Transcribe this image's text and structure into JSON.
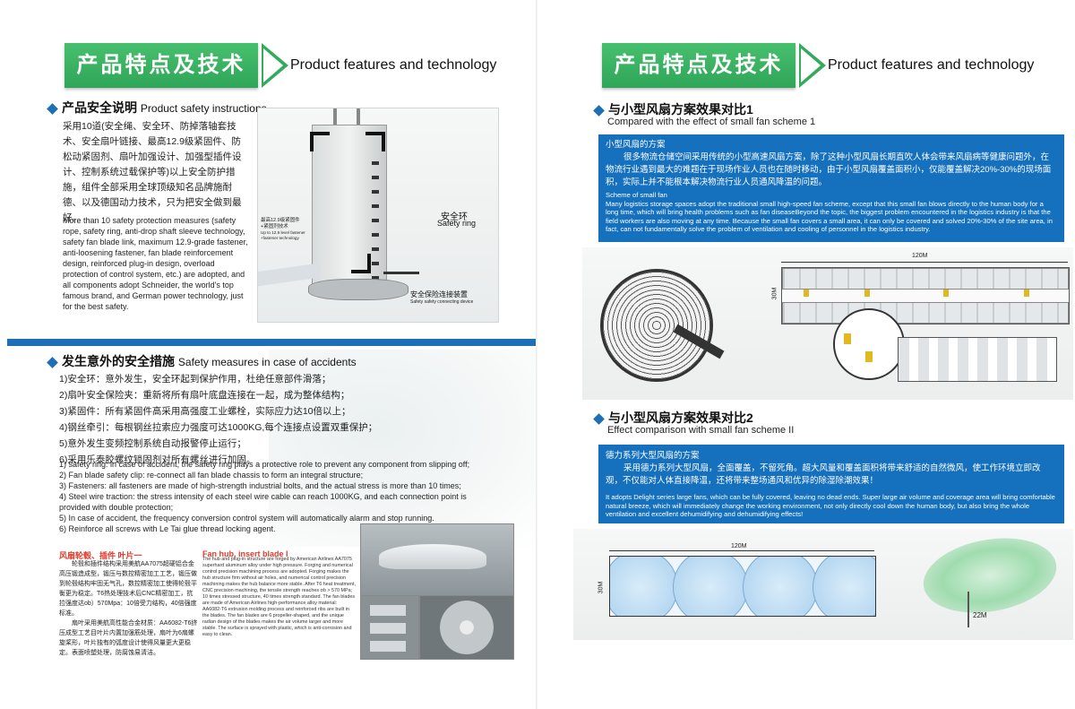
{
  "header": {
    "title_cn": "产品特点及技术",
    "title_en": "Product features and technology"
  },
  "left": {
    "safety_instructions": {
      "title_cn": "产品安全说明",
      "title_en": "Product safety instructions",
      "body_cn": "采用10道(安全绳、安全环、防掉落轴套技术、安全扇叶链接、最高12.9级紧固件、防松动紧固剂、扇叶加强设计、加强型插件设计、控制系统过载保护等)以上安全防护措施，组件全部采用全球顶级知名品牌施耐德、以及德国动力技术，只为把安全做到最好。",
      "body_en": "More than 10 safety protection measures (safety rope, safety ring, anti-drop shaft sleeve technology, safety fan blade link, maximum 12.9-grade fastener, anti-loosening fastener, fan blade reinforcement design, reinforced plug-in design, overload protection of control system, etc.) are adopted, and all components adopt Schneider, the world's top famous brand, and German power technology, just for the best safety.",
      "label_fastener_cn": "最高12.9级紧固件\n+紧固剂技术",
      "label_fastener_en": "Up to 12.9 level fastener\n+fastener technology",
      "label_ring_cn": "安全环",
      "label_ring_en": "Safety ring",
      "label_connect_cn": "安全保险连接装置",
      "label_connect_en": "Safety safety connecting device"
    },
    "accident_measures": {
      "title_cn": "发生意外的安全措施",
      "title_en": "Safety measures in case of accidents",
      "items_cn": [
        "1)安全环：意外发生，安全环起到保护作用，杜绝任意部件滑落；",
        "2)扇叶安全保险夹：重新将所有扇叶底盘连接在一起，成为整体结构；",
        "3)紧固件：所有紧固件高采用高强度工业螺栓，实际应力达10倍以上；",
        "4)钢丝牵引：每根钢丝拉索应力强度可达1000KG,每个连接点设置双重保护；",
        "5)意外发生变频控制系统自动报警停止运行；",
        "6)采用乐泰胶螺纹锁固剂对所有螺丝进行加固。"
      ],
      "items_en": [
        "1) safety ring: in case of accident, the safety ring plays a protective role to prevent any component from slipping off;",
        "2) Fan blade safety clip: re-connect all fan blade chassis to form an integral structure;",
        "3) Fasteners: all fasteners are made of high-strength industrial bolts, and the actual stress is more than 10 times;",
        "4) Steel wire traction: the stress intensity of each steel wire cable can reach 1000KG, and each connection point is provided with double protection;",
        "5) In case of accident, the frequency conversion control system will automatically alarm and stop running.",
        "6) Reinforce all screws with Le Tai glue thread locking agent."
      ]
    },
    "fan_hub": {
      "title_cn": "风扇轮毂、插件 叶片一",
      "title_en": "Fan hub, insert blade I",
      "body_cn_1": "轮毂和插件结构采用美航AA7075超硬铝合金高压锻造成型，锻压与数控精密加工工艺，锻压做到轮毂结构牢固无气孔，数控精密加工使得轮毂平衡更为稳定。T6热处理技术后CNC精密加工，抗拉强度达ob）570Mpa：10倍受力结构，40倍强度标准。",
      "body_cn_2": "扇叶采用美航高性能合金材质：AA6082-T6挤压成型工艺目叶片内置加强筋处理，扇叶为6扇螺旋桨形，叶片独有的弧度设计使得风量更大更稳定。表面喷塑处理，防腐蚀易清洁。",
      "body_en": "The hub and plug-in structure are forged by American Airlines AA7075 superhard aluminum alloy under high pressure. Forging and numerical control precision machining process are adopted. Forging makes the hub structure firm without air holes, and numerical control precision machining makes the hub balance more stable. After T6 heat treatment, CNC precision machining, the tensile strength reaches σb > 570 MPa; 10 times stressed structure, 40 times strength standard. The fan blades are made of American Airlines high-performance alloy material: AA6082-T6 extrusion molding process and reinforced ribs are built in the blades. The fan blades are 6 propeller-shaped, and the unique radian design of the blades makes the air volume larger and more stable. The surface is sprayed with plastic, which is anti-corrosion and easy to clean."
    }
  },
  "right": {
    "scheme1": {
      "title_cn": "与小型风扇方案效果对比1",
      "title_en": "Compared with the effect of small fan scheme 1",
      "panel_title_cn": "小型风扇的方案",
      "panel_body_cn": "很多物流仓储空间采用传统的小型高速风扇方案，除了这种小型风扇长期直吹人体会带来风扇病等健康问题外，在物流行业遇到最大的难题在于现场作业人员也在随时移动，由于小型风扇覆盖面积小，仅能覆盖解决20%-30%的现场面积，实际上并不能根本解决物流行业人员通风降温的问题。",
      "panel_title_en": "Scheme of small fan",
      "panel_body_en": "Many logistics storage spaces adopt the traditional small high-speed fan scheme, except that this small fan blows directly to the human body for a long time, which will bring health problems such as fan diseaseBeyond the topic, the biggest problem encountered in the logistics industry is that the field workers are also moving at any time. Because the small fan covers a small area, it can only be covered and solved 20%-30% of the site area, in fact, can not fundamentally solve the problem of ventilation and cooling of personnel in the logistics industry.",
      "dim_width": "120M",
      "dim_height": "30M"
    },
    "scheme2": {
      "title_cn": "与小型风扇方案效果对比2",
      "title_en": "Effect comparison with small fan scheme II",
      "panel_title_cn": "德力系列大型风扇的方案",
      "panel_body_cn": "采用德力系列大型风扇，全面覆盖，不留死角。超大风量和覆盖面积将带来舒适的自然微风，使工作环境立即改观，不仅能对人体直接降温，还将带来整场通风和优异的除湿除潮效果！",
      "panel_body_en": "It adopts Delight series large fans, which can be fully covered, leaving no dead ends. Super large air volume and coverage area will bring comfortable natural breeze, which will immediately change the working environment, not only directly cool down the human body, but also bring the whole ventilation and excellent dehumidifying and dehumidifying effects!",
      "dim_width": "120M",
      "dim_height": "30M",
      "dim_fan": "22M"
    }
  },
  "colors": {
    "green": "#34aa5c",
    "blue": "#1570be",
    "red": "#e53a2c"
  }
}
